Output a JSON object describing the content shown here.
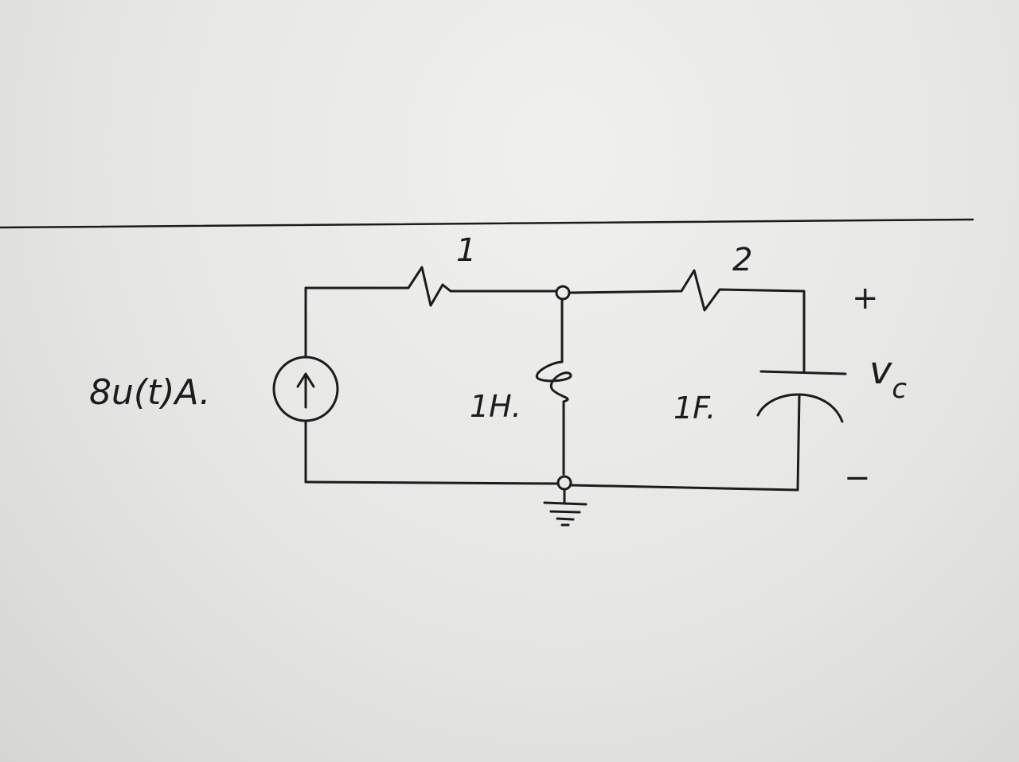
{
  "labels": {
    "source": "8u(t)A.",
    "r1": "1",
    "r2": "2",
    "inductor": "1H.",
    "capacitor": "1F.",
    "plus": "+",
    "minus": "−",
    "vc_main": "v",
    "vc_sub": "c"
  }
}
